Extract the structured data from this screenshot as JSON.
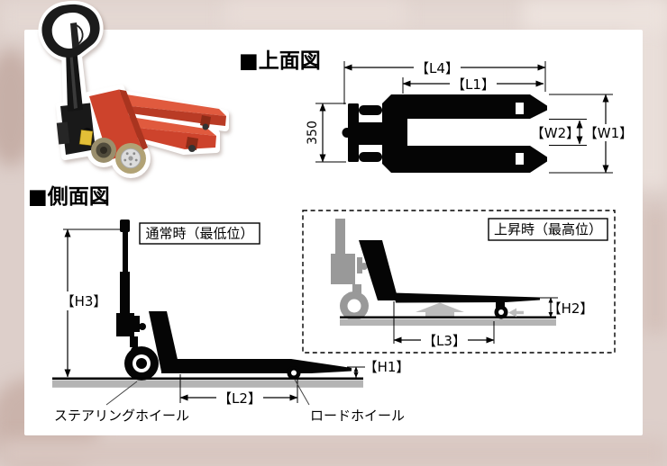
{
  "colors": {
    "background": "#ddcfca",
    "panel": "#ffffff",
    "diagram": "#000000",
    "ground_gray": "#b4b4b4",
    "inset_gray": "#999999",
    "truck_red": "#d8492f",
    "truck_black": "#1b1b1b",
    "warning_yellow": "#e3bf37"
  },
  "top_view": {
    "title": "■上面図",
    "dims": {
      "l4": "【L4】",
      "l1": "【L1】",
      "w1": "【W1】",
      "w2": "【W2】",
      "body_width": "350"
    }
  },
  "side_view": {
    "title": "■側面図",
    "normal_caption": "通常時（最低位）",
    "raised_caption": "上昇時（最高位）",
    "dims": {
      "h3": "【H3】",
      "h2": "【H2】",
      "h1": "【H1】",
      "l2": "【L2】",
      "l3": "【L3】"
    },
    "wheel_labels": {
      "steering": "ステアリングホイール",
      "load": "ロードホイール"
    }
  }
}
